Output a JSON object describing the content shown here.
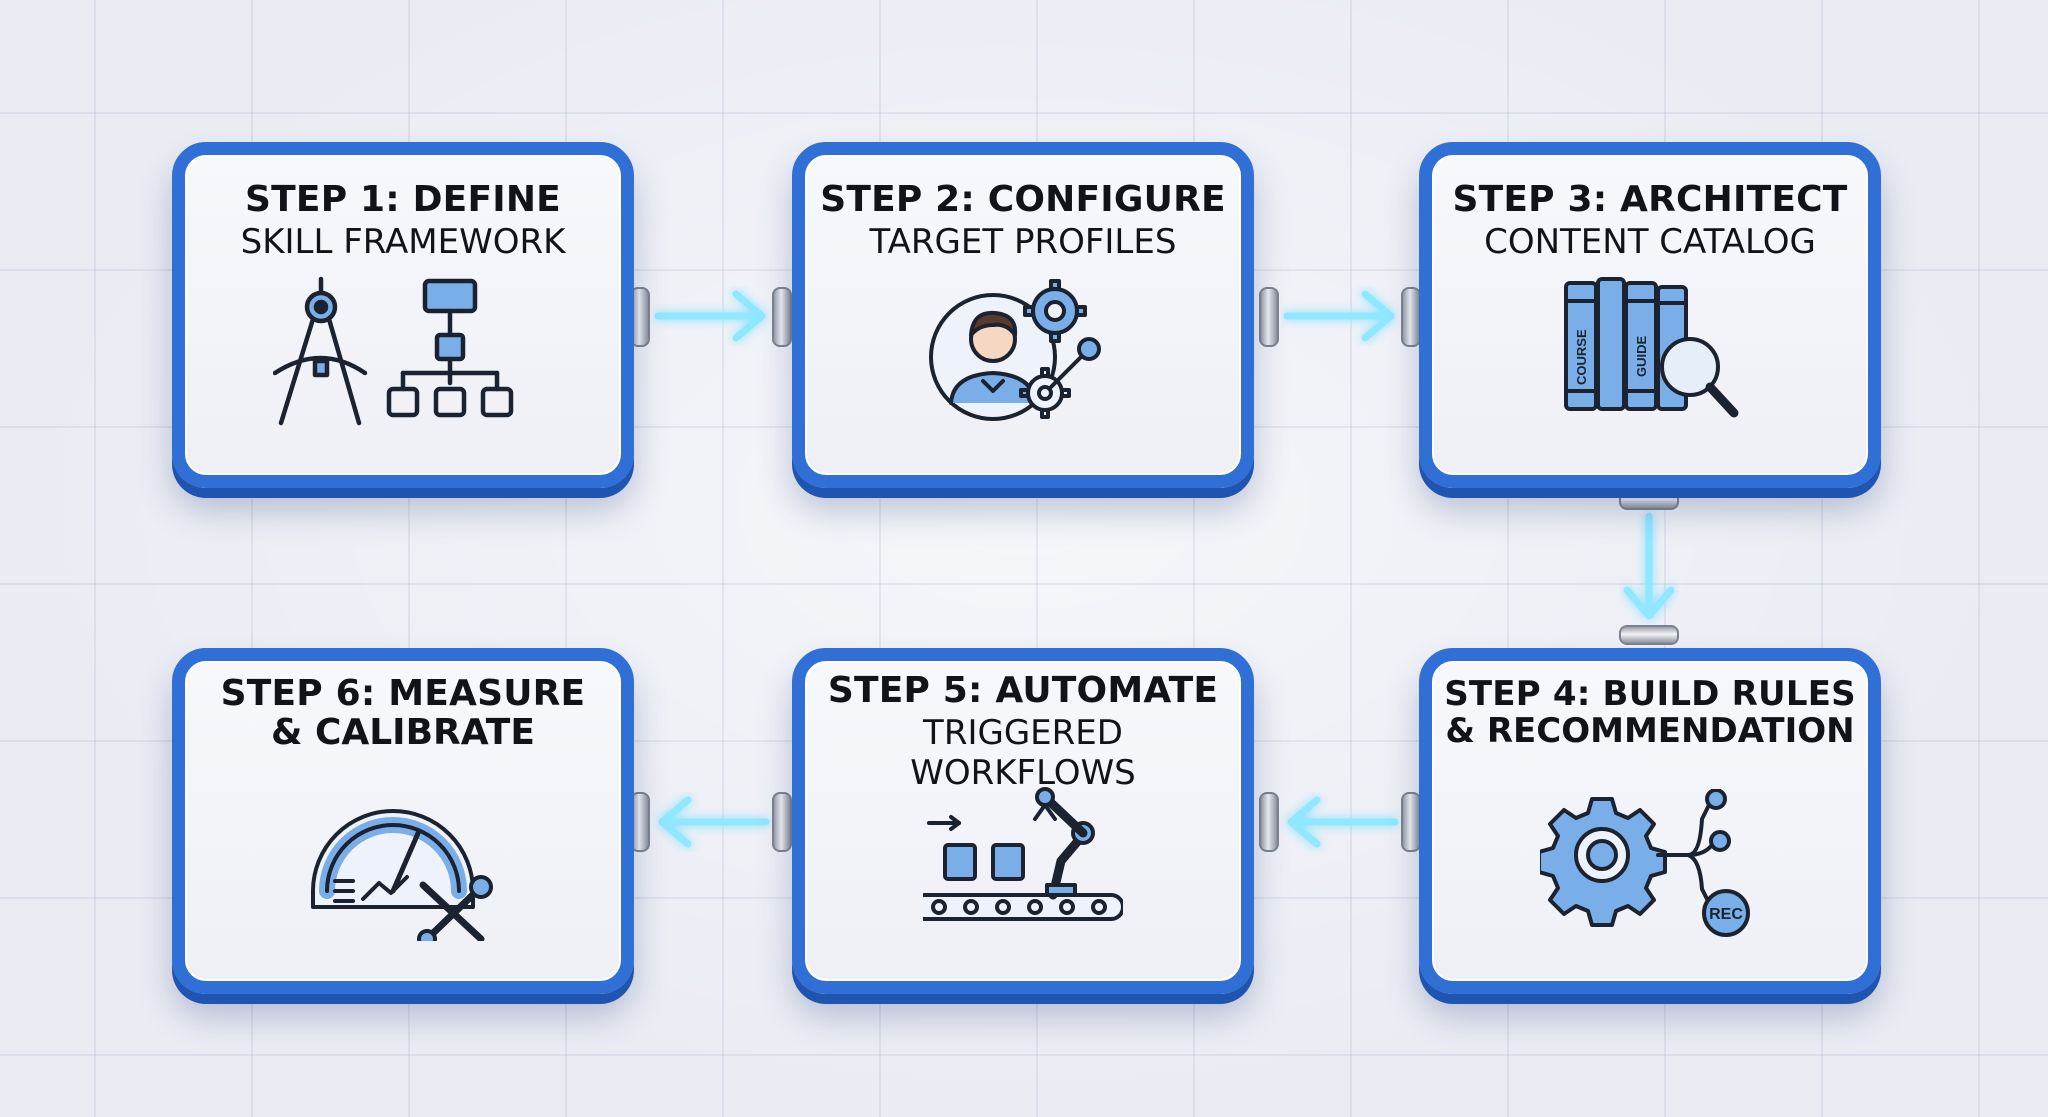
{
  "steps": [
    {
      "title": "STEP 1: DEFINE",
      "subtitle": "SKILL FRAMEWORK",
      "icon": "compass-hierarchy-icon"
    },
    {
      "title": "STEP 2: CONFIGURE",
      "subtitle": "TARGET PROFILES",
      "icon": "user-gears-icon"
    },
    {
      "title": "STEP 3: ARCHITECT",
      "subtitle": "CONTENT CATALOG",
      "icon": "books-magnifier-icon",
      "book_labels": [
        "COURSE",
        "GUIDE"
      ]
    },
    {
      "title": "STEP 4: BUILD RULES",
      "subtitle": "& RECOMMENDATION",
      "icon": "gear-network-icon",
      "badge": "REC"
    },
    {
      "title": "STEP 5: AUTOMATE",
      "subtitle": "TRIGGERED WORKFLOWS",
      "icon": "robot-conveyor-icon"
    },
    {
      "title": "STEP 6: MEASURE",
      "subtitle": "& CALIBRATE",
      "icon": "gauge-wrench-icon"
    }
  ],
  "colors": {
    "card_border": "#2f6fd6",
    "icon_fill": "#7aaee8",
    "icon_stroke": "#1b2230",
    "arrow": "#8fe8ff",
    "background": "#eaecf4"
  }
}
